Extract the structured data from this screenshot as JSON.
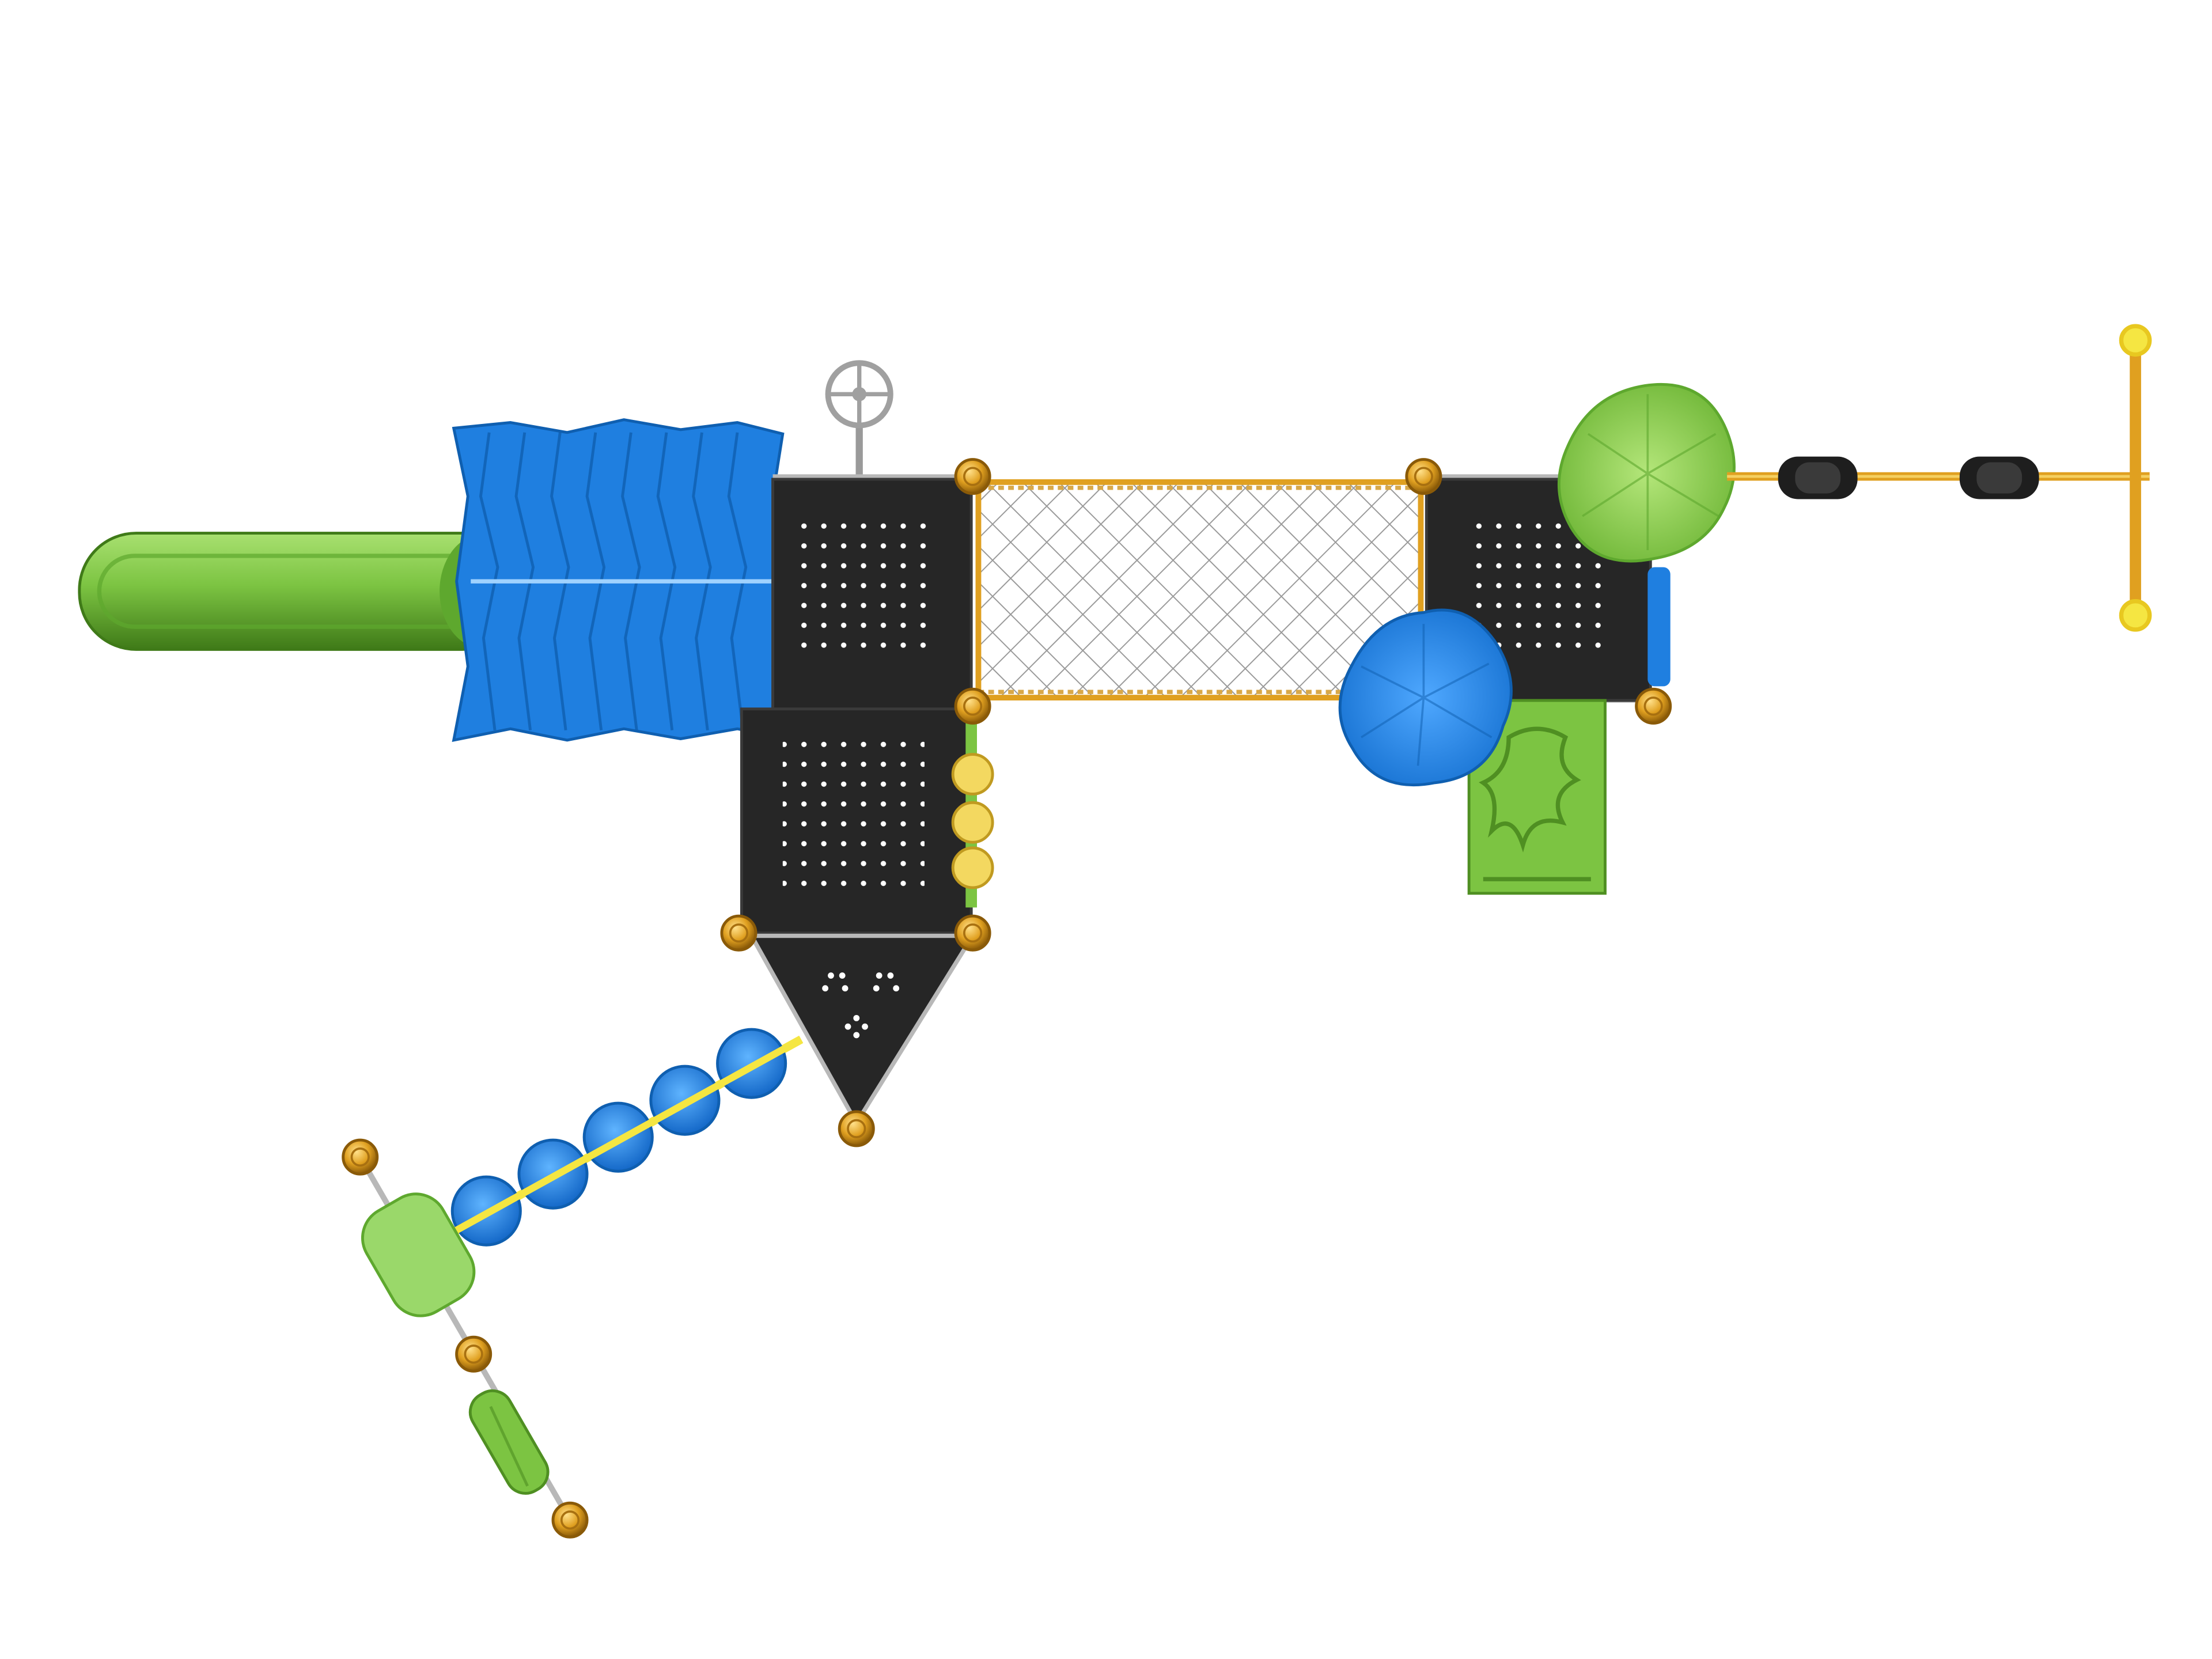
{
  "diagram": {
    "view": "top-down plan",
    "colors": {
      "background": "#ffffff",
      "deck": "#262626",
      "deck_edge": "#3a3a3a",
      "deck_perforation": "#ffffff",
      "post": "#e0a020",
      "post_dark": "#a87010",
      "slide_green": "#7cc442",
      "slide_green_dark": "#4f8f22",
      "canopy_blue": "#1f7fe0",
      "canopy_blue_dark": "#0f5fb0",
      "net": "#c8c8c8",
      "net_frame": "#e0a020",
      "bar_yellow": "#f5e642",
      "rail_gray": "#b8b8b8"
    },
    "components": [
      {
        "name": "tube-slide",
        "color": "green"
      },
      {
        "name": "ruffled-canopy",
        "color": "blue"
      },
      {
        "name": "steering-wheel",
        "color": "gray"
      },
      {
        "name": "deck-upper-left",
        "color": "black"
      },
      {
        "name": "deck-lower-left",
        "color": "black"
      },
      {
        "name": "triangle-deck",
        "color": "black"
      },
      {
        "name": "net-bridge",
        "color": "gray"
      },
      {
        "name": "deck-right",
        "color": "black"
      },
      {
        "name": "leaf-roof-green",
        "color": "green"
      },
      {
        "name": "leaf-roof-blue",
        "color": "blue"
      },
      {
        "name": "climber-panel",
        "color": "green"
      },
      {
        "name": "overhead-ladder-ring",
        "color": "yellow"
      },
      {
        "name": "stepping-pods-bridge",
        "color": "blue"
      },
      {
        "name": "balance-beam-stepper",
        "color": "green"
      }
    ]
  }
}
